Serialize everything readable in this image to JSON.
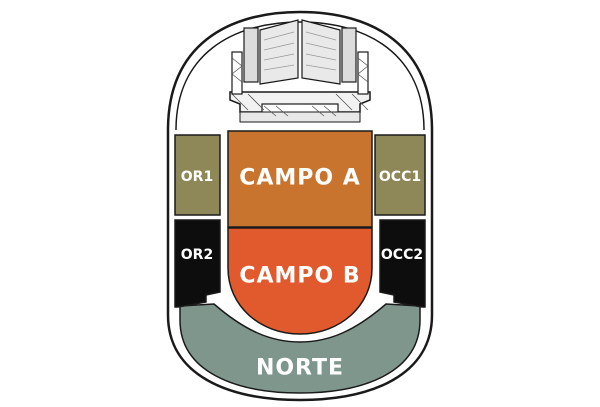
{
  "venue_map": {
    "stage": {
      "name": "stage"
    },
    "sections": {
      "campo_a": {
        "label": "CAMPO A",
        "color": "#c8742f"
      },
      "campo_b": {
        "label": "CAMPO B",
        "color": "#e05a2e"
      },
      "or1": {
        "label": "OR1",
        "color": "#8e8758"
      },
      "occ1": {
        "label": "OCC1",
        "color": "#8e8758"
      },
      "or2": {
        "label": "OR2",
        "color": "#0d0d0d"
      },
      "occ2": {
        "label": "OCC2",
        "color": "#0d0d0d"
      },
      "norte": {
        "label": "NORTE",
        "color": "#7f968d"
      }
    },
    "outline_color": "#1a1a1a",
    "background_color": "#ffffff"
  }
}
